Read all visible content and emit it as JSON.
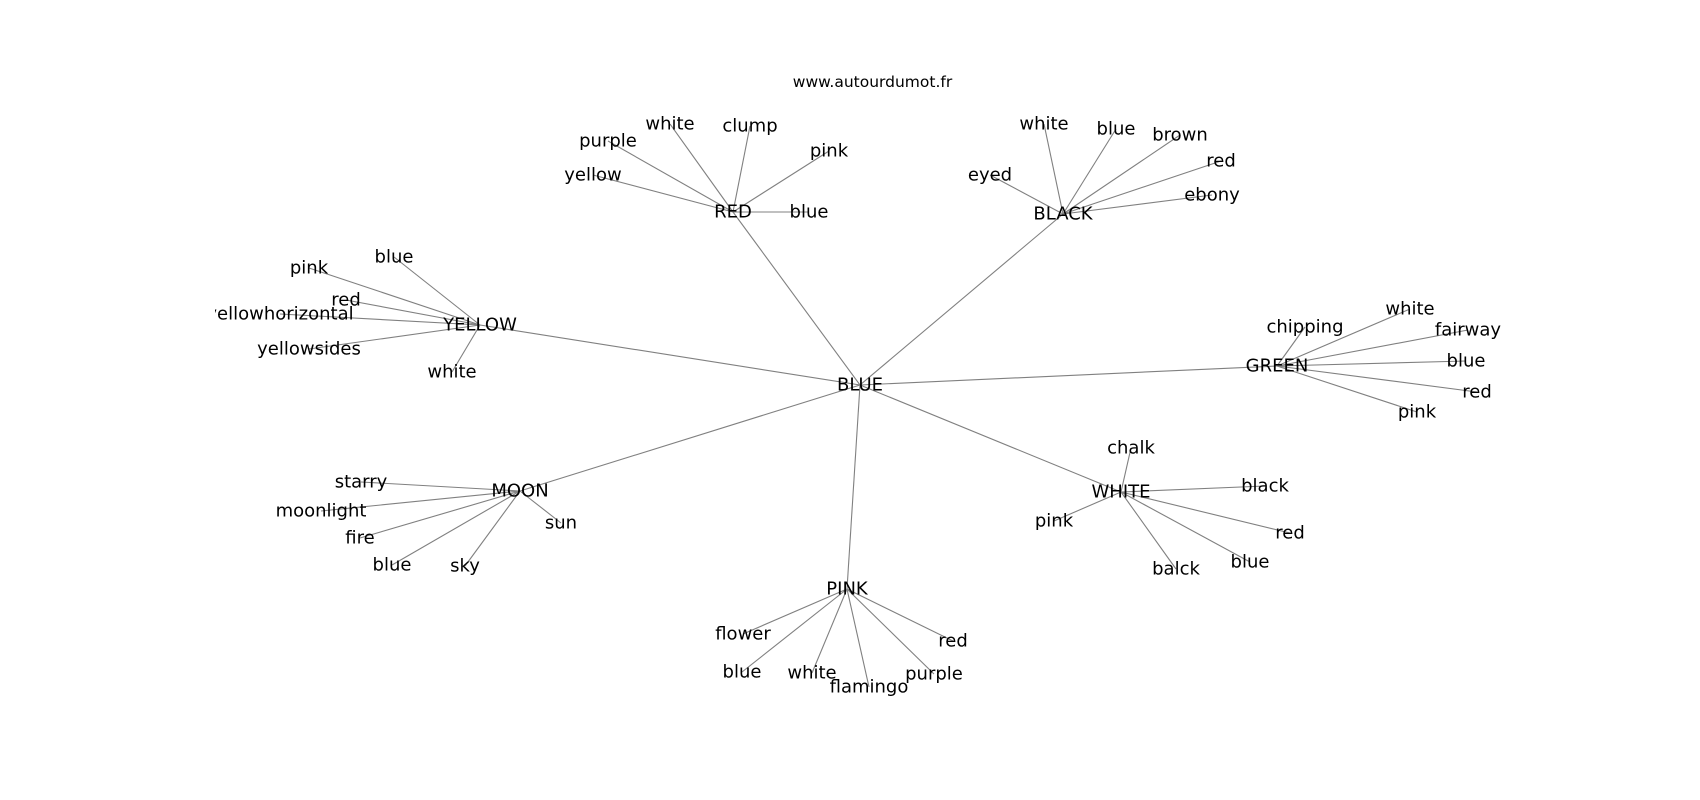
{
  "site": {
    "title": "www.autourdumot.fr"
  },
  "graph": {
    "center": "BLUE",
    "hubs": [
      {
        "id": "RED",
        "leaves": [
          "purple",
          "white",
          "clump",
          "pink",
          "yellow",
          "blue"
        ]
      },
      {
        "id": "BLACK",
        "leaves": [
          "white",
          "blue",
          "brown",
          "red",
          "eyed",
          "ebony"
        ]
      },
      {
        "id": "YELLOW",
        "leaves": [
          "blue",
          "pink",
          "red",
          "yellowhorizontal",
          "yellowsides",
          "white"
        ]
      },
      {
        "id": "GREEN",
        "leaves": [
          "chipping",
          "white",
          "fairway",
          "blue",
          "red",
          "pink"
        ]
      },
      {
        "id": "MOON",
        "leaves": [
          "starry",
          "moonlight",
          "fire",
          "blue",
          "sky",
          "sun"
        ]
      },
      {
        "id": "WHITE",
        "leaves": [
          "chalk",
          "black",
          "pink",
          "red",
          "blue",
          "balck"
        ]
      },
      {
        "id": "PINK",
        "leaves": [
          "flower",
          "blue",
          "white",
          "flamingo",
          "purple",
          "red"
        ]
      }
    ]
  }
}
